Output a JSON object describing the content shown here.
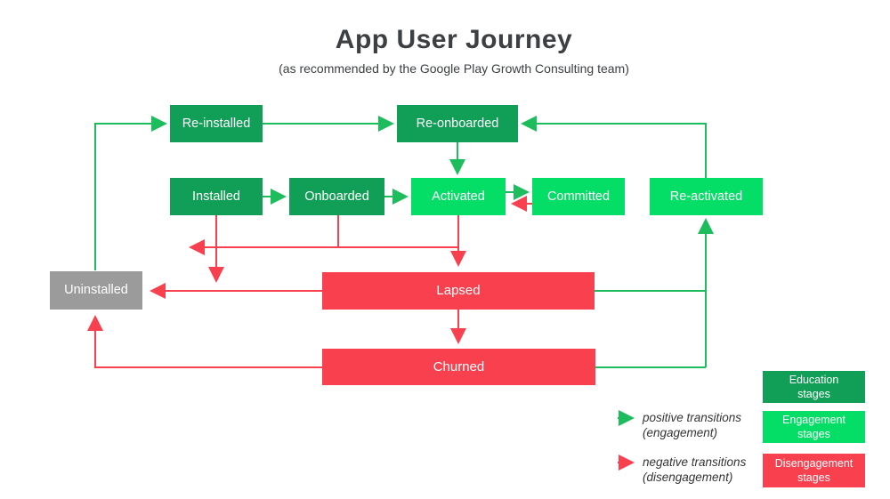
{
  "title": "App User Journey",
  "subtitle": "(as recommended by the Google Play Growth Consulting team)",
  "colors": {
    "education_stage": "#119e56",
    "engagement_stage": "#04dd66",
    "disengagement_stage": "#f9404f",
    "uninstalled_stage": "#9b9b9b",
    "positive_arrow": "#1dbd5e",
    "negative_arrow": "#f9404f",
    "heading_text": "#3c4043"
  },
  "nodes": {
    "re_installed": {
      "label": "Re-installed",
      "stage": "education"
    },
    "re_onboarded": {
      "label": "Re-onboarded",
      "stage": "education"
    },
    "installed": {
      "label": "Installed",
      "stage": "education"
    },
    "onboarded": {
      "label": "Onboarded",
      "stage": "education"
    },
    "activated": {
      "label": "Activated",
      "stage": "engagement"
    },
    "committed": {
      "label": "Committed",
      "stage": "engagement"
    },
    "re_activated": {
      "label": "Re-activated",
      "stage": "engagement"
    },
    "uninstalled": {
      "label": "Uninstalled",
      "stage": "uninstalled"
    },
    "lapsed": {
      "label": "Lapsed",
      "stage": "disengagement"
    },
    "churned": {
      "label": "Churned",
      "stage": "disengagement"
    }
  },
  "edges": [
    {
      "from": "Re-installed",
      "to": "Re-onboarded",
      "type": "positive"
    },
    {
      "from": "Uninstalled",
      "to": "Re-installed",
      "type": "positive"
    },
    {
      "from": "Re-onboarded",
      "to": "Activated",
      "type": "positive"
    },
    {
      "from": "Installed",
      "to": "Onboarded",
      "type": "positive"
    },
    {
      "from": "Onboarded",
      "to": "Activated",
      "type": "positive"
    },
    {
      "from": "Activated",
      "to": "Committed",
      "type": "positive"
    },
    {
      "from": "Re-activated",
      "to": "Re-onboarded",
      "type": "positive"
    },
    {
      "from": "Lapsed",
      "to": "Re-activated",
      "type": "positive"
    },
    {
      "from": "Churned",
      "to": "Re-activated",
      "type": "positive"
    },
    {
      "from": "Committed",
      "to": "Activated",
      "type": "negative"
    },
    {
      "from": "Activated",
      "to": "Lapsed",
      "type": "negative"
    },
    {
      "from": "Onboarded",
      "to": "Lapsed",
      "type": "negative"
    },
    {
      "from": "Installed",
      "to": "Uninstalled",
      "type": "negative"
    },
    {
      "from": "Lapsed",
      "to": "Uninstalled",
      "type": "negative"
    },
    {
      "from": "Lapsed",
      "to": "Churned",
      "type": "negative"
    },
    {
      "from": "Churned",
      "to": "Uninstalled",
      "type": "negative"
    }
  ],
  "legend": {
    "positive": {
      "line1": "positive transitions",
      "line2": "(engagement)"
    },
    "negative": {
      "line1": "negative transitions",
      "line2": "(disengagement)"
    },
    "stages": [
      {
        "line1": "Education",
        "line2": "stages"
      },
      {
        "line1": "Engagement",
        "line2": "stages"
      },
      {
        "line1": "Disengagement",
        "line2": "stages"
      }
    ]
  }
}
